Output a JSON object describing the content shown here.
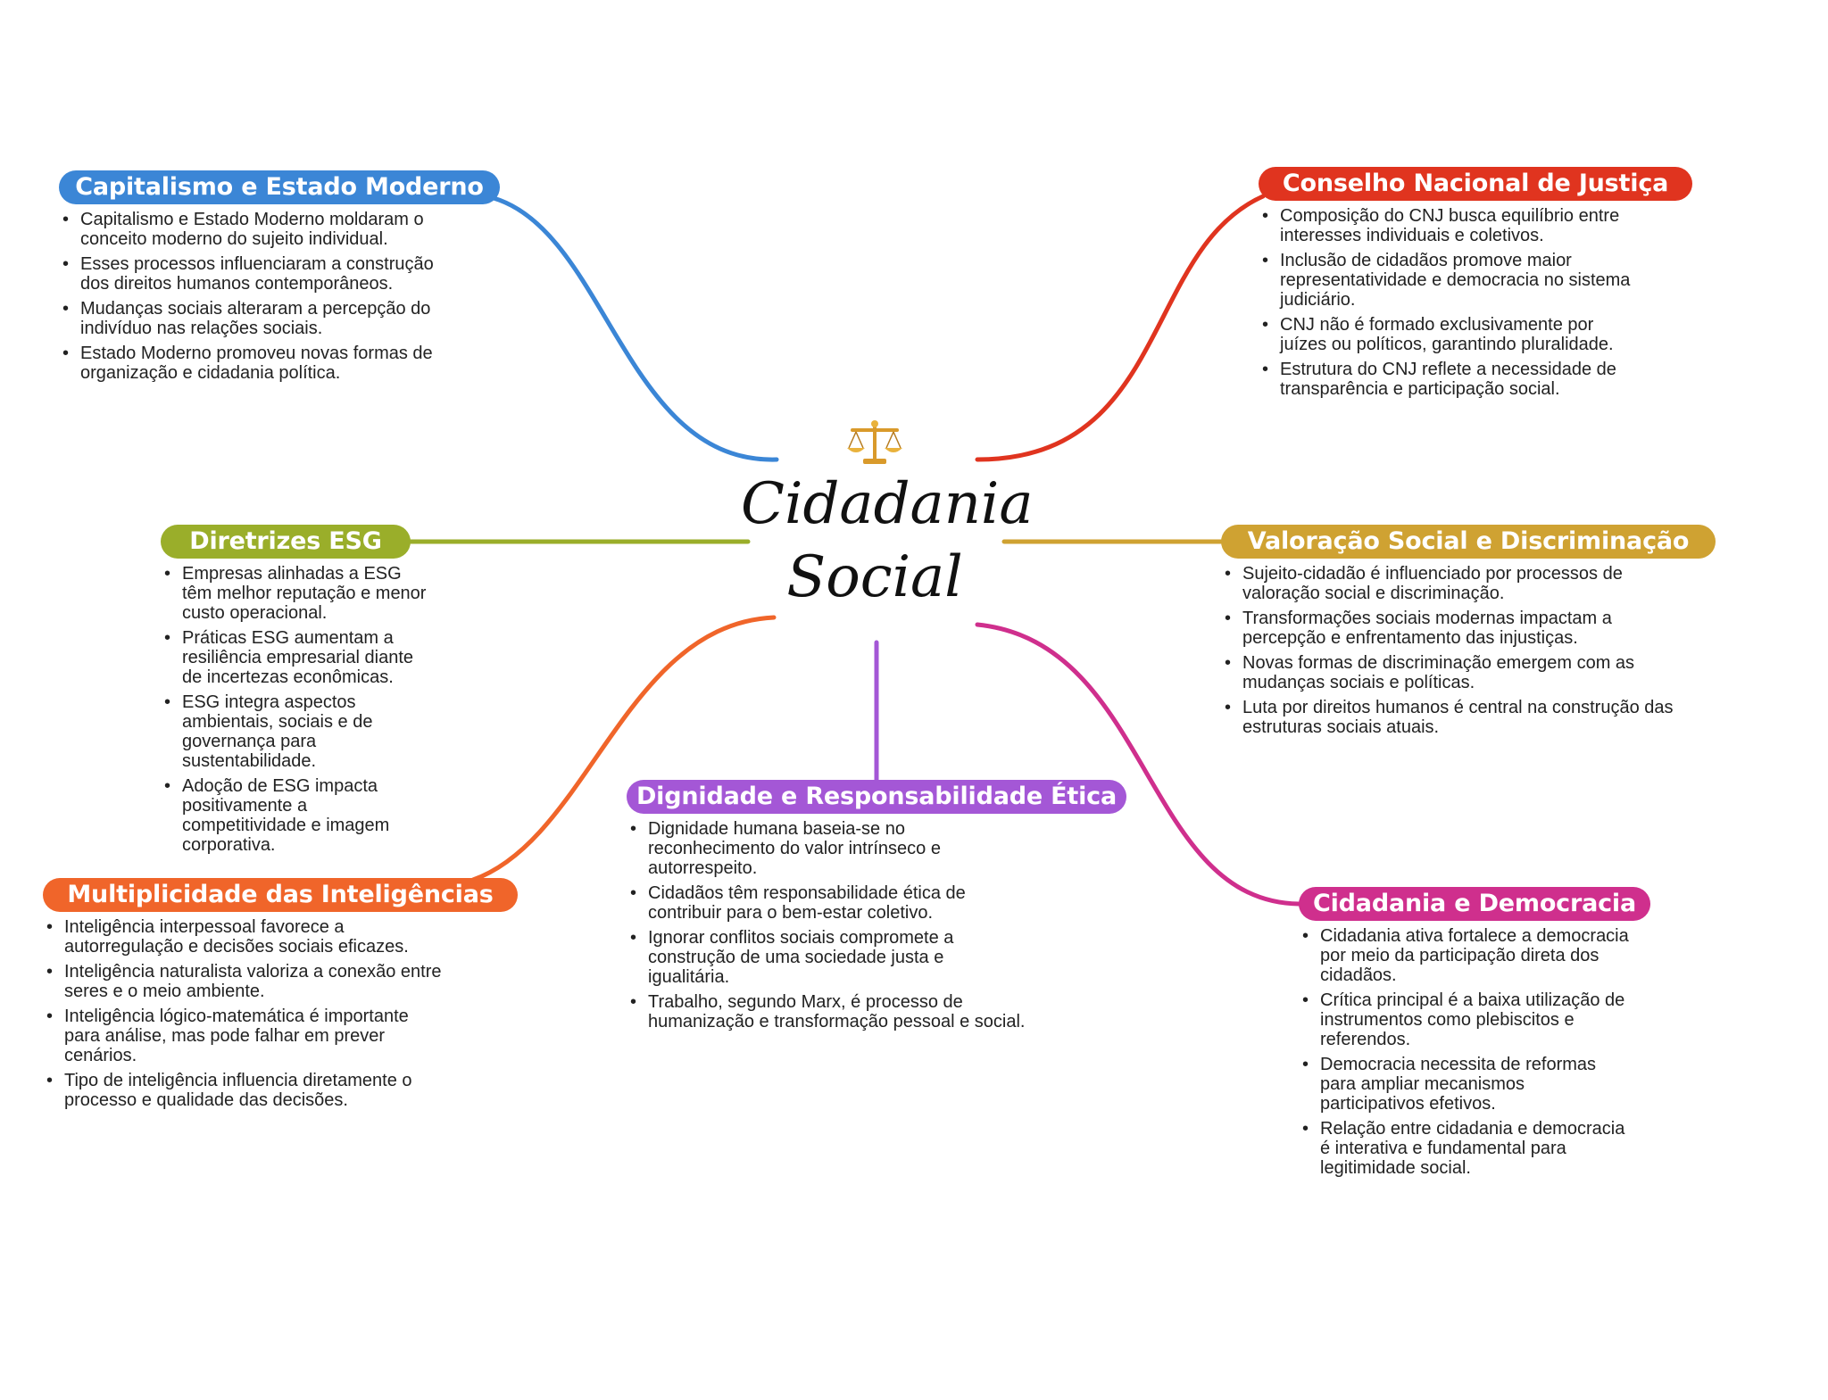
{
  "center": {
    "title_line1": "Cidadania",
    "title_line2": "Social",
    "icon": "scales-of-justice-icon"
  },
  "branches": [
    {
      "id": "capitalismo",
      "title": "Capitalismo e Estado Moderno",
      "color": "#3b86d6",
      "items": [
        "Capitalismo e Estado Moderno moldaram o conceito moderno do sujeito individual.",
        "Esses processos influenciaram a construção dos direitos humanos contemporâneos.",
        "Mudanças sociais alteraram a percepção do indivíduo nas relações sociais.",
        "Estado Moderno promoveu novas formas de organização e cidadania política."
      ]
    },
    {
      "id": "cnj",
      "title": "Conselho Nacional de Justiça",
      "color": "#e0341f",
      "items": [
        "Composição do CNJ busca equilíbrio entre interesses individuais e coletivos.",
        "Inclusão de cidadãos promove maior representatividade e democracia no sistema judiciário.",
        "CNJ não é formado exclusivamente por juízes ou políticos, garantindo pluralidade.",
        "Estrutura do CNJ reflete a necessidade de transparência e participação social."
      ]
    },
    {
      "id": "esg",
      "title": "Diretrizes ESG",
      "color": "#9aae2a",
      "items": [
        "Empresas alinhadas a ESG têm melhor reputação e menor custo operacional.",
        "Práticas ESG aumentam a resiliência empresarial diante de incertezas econômicas.",
        "ESG integra aspectos ambientais, sociais e de governança para sustentabilidade.",
        "Adoção de ESG impacta positivamente a competitividade e imagem corporativa."
      ]
    },
    {
      "id": "valoracao",
      "title": "Valoração Social e Discriminação",
      "color": "#cfa232",
      "items": [
        "Sujeito-cidadão é influenciado por processos de valoração social e discriminação.",
        "Transformações sociais modernas impactam a percepção e enfrentamento das injustiças.",
        "Novas formas de discriminação emergem com as mudanças sociais e políticas.",
        "Luta por direitos humanos é central na construção das estruturas sociais atuais."
      ]
    },
    {
      "id": "multiplicidade",
      "title": "Multiplicidade das Inteligências",
      "color": "#f0652a",
      "items": [
        "Inteligência interpessoal favorece a autorregulação e decisões sociais eficazes.",
        "Inteligência naturalista valoriza a conexão entre seres e o meio ambiente.",
        "Inteligência lógico-matemática é importante para análise, mas pode falhar em prever cenários.",
        "Tipo de inteligência influencia diretamente o processo e qualidade das decisões."
      ]
    },
    {
      "id": "dignidade",
      "title": "Dignidade e Responsabilidade Ética",
      "color": "#a457d6",
      "items": [
        "Dignidade humana baseia-se no reconhecimento do valor intrínseco e autorrespeito.",
        "Cidadãos têm responsabilidade ética de contribuir para o bem-estar coletivo.",
        "Ignorar conflitos sociais compromete a construção de uma sociedade justa e igualitária.",
        "Trabalho, segundo Marx, é processo de humanização e transformação pessoal e social."
      ]
    },
    {
      "id": "democracia",
      "title": "Cidadania e Democracia",
      "color": "#cf2f8d",
      "items": [
        "Cidadania ativa fortalece a democracia por meio da participação direta dos cidadãos.",
        "Crítica principal é a baixa utilização de instrumentos como plebiscitos e referendos.",
        "Democracia necessita de reformas para ampliar mecanismos participativos efetivos.",
        "Relação entre cidadania e democracia é interativa e fundamental para legitimidade social."
      ]
    }
  ]
}
